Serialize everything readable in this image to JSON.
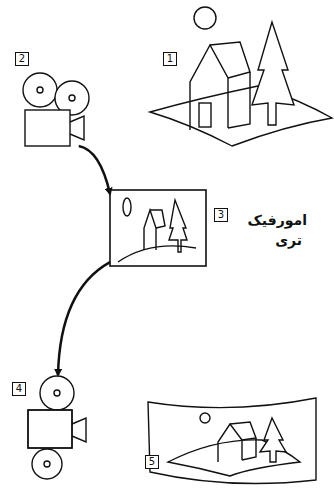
{
  "diagram": {
    "nodes": [
      {
        "text": [
          "1"
        ]
      },
      {
        "text": [
          "2"
        ]
      },
      {
        "text": [
          "3"
        ]
      },
      {
        "text": [
          "4"
        ]
      },
      {
        "text": [
          "5"
        ]
      }
    ],
    "edges": [
      {
        "from": 1,
        "to": 2,
        "arrow": "to"
      },
      {
        "from": 2,
        "to": 3,
        "arrow": "to"
      }
    ],
    "labels": [
      "امورفیک",
      "تری"
    ]
  }
}
